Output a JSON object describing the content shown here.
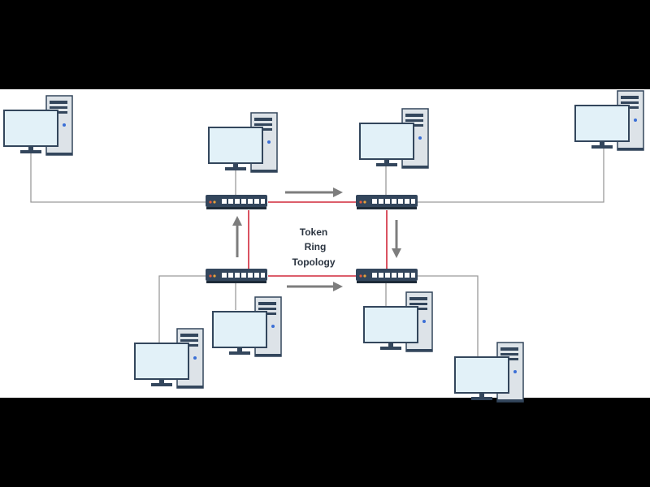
{
  "diagram": {
    "title_lines": [
      "Token",
      "Ring",
      "Topology"
    ],
    "nodes": {
      "hubs": [
        "hub-top-left",
        "hub-top-right",
        "hub-bottom-left",
        "hub-bottom-right"
      ],
      "workstations": [
        "workstation-far-top-left",
        "workstation-top-left",
        "workstation-top-right",
        "workstation-far-top-right",
        "workstation-bottom-left-near",
        "workstation-bottom-left-far",
        "workstation-bottom-right-near",
        "workstation-bottom-right-far"
      ]
    },
    "colors": {
      "ring_link": "#d0283a",
      "cable": "#9a9a9a",
      "arrow": "#7d7d7d",
      "switch_body": "#33465c",
      "monitor_screen": "#e2f1f8",
      "tower": "#dde3e8"
    }
  }
}
